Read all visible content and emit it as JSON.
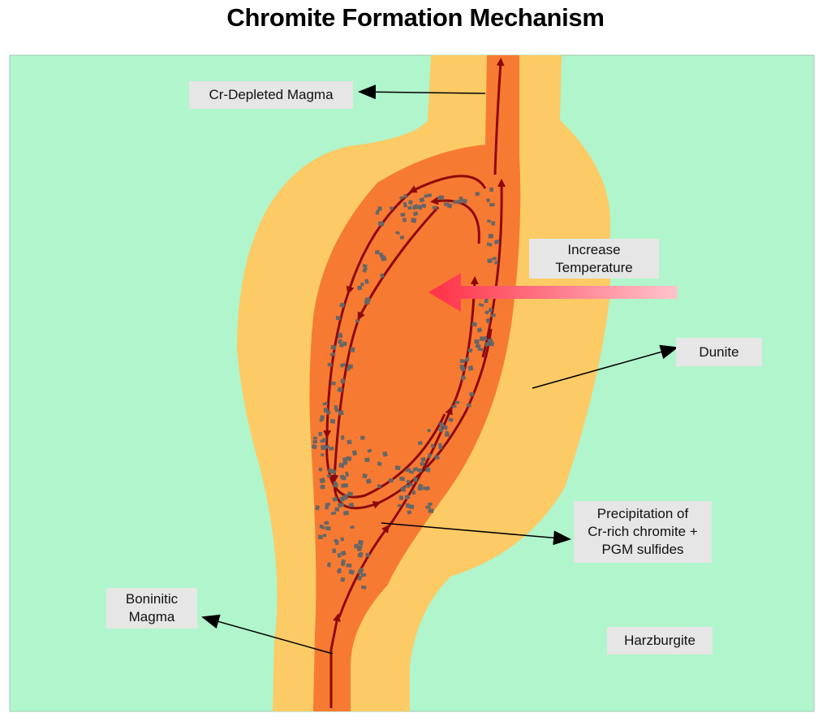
{
  "title": "Chromite Formation Mechanism",
  "labels": {
    "cr_depleted": "Cr-Depleted Magma",
    "temperature": "Increase\nTemperature",
    "dunite": "Dunite",
    "precipitation": "Precipitation of\nCr-rich chromite +\nPGM sulfides",
    "boninitic": "Boninitic\nMagma",
    "harzburgite": "Harzburgite"
  },
  "colors": {
    "harzburgite": "#b0f5cc",
    "dunite": "#fccb66",
    "conduit": "#f77a33",
    "chamber": "#f98a3a",
    "flow_arrow": "#8b0a0a",
    "grains": "#666666",
    "heat_arrow": "#ff3b4e",
    "label_bg": "#e6e6e6"
  }
}
